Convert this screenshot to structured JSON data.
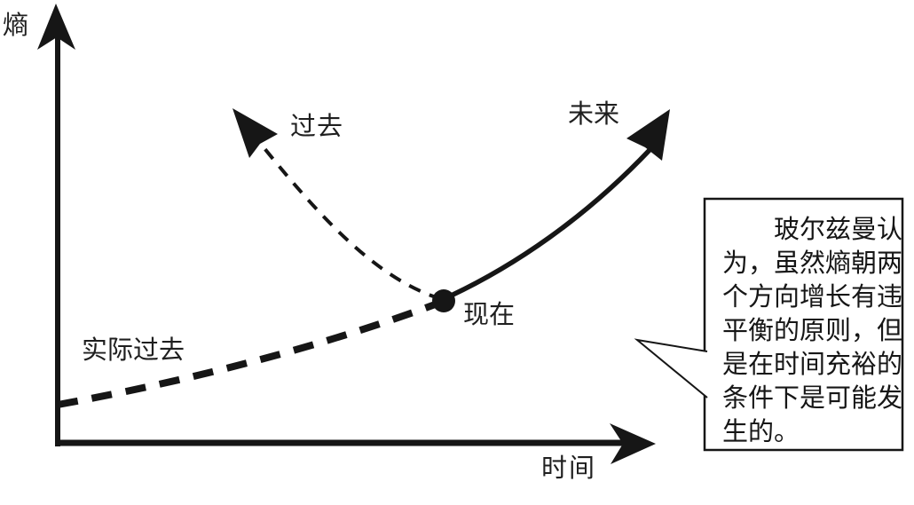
{
  "diagram": {
    "background_color": "#ffffff",
    "ink_color": "#161616",
    "y_axis_label": "熵",
    "x_axis_label": "时间",
    "now_point_label": "现在",
    "curves": [
      {
        "id": "actual-past",
        "label": "实际过去",
        "style": "thick-dashed",
        "arrow": "none"
      },
      {
        "id": "past-branch",
        "label": "过去",
        "style": "thin-dashed",
        "arrow": "up-left"
      },
      {
        "id": "future-branch",
        "label": "未来",
        "style": "solid",
        "arrow": "up-right"
      }
    ],
    "callout": {
      "lines": [
        "玻尔兹曼认",
        "为，虽然熵朝两",
        "个方向增长有违",
        "平衡的原则，但",
        "是在时间充裕的",
        "条件下是可能发",
        "生的。"
      ],
      "full_text": "玻尔兹曼认为，虽然熵朝两个方向增长有违平衡的原则，但是在时间充裕的条件下是可能发生的。"
    }
  }
}
